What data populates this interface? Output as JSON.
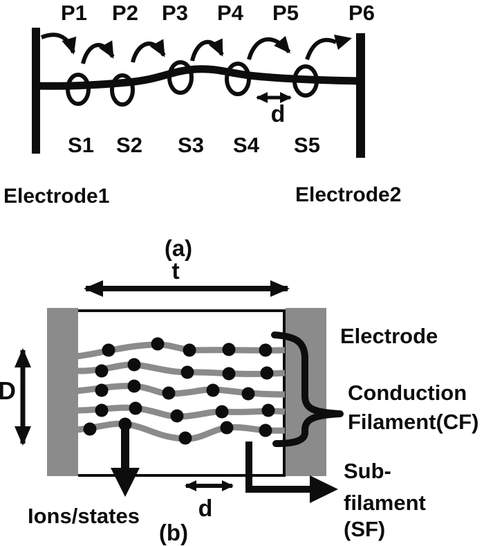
{
  "figure": {
    "description": "Schematic of conduction filament model between two electrodes",
    "colors": {
      "ink": "#0d0d0d",
      "gray": "#8b8b8b",
      "background": "#ffffff"
    }
  },
  "panel_a": {
    "caption": "(a)",
    "hop_labels": [
      "P1",
      "P2",
      "P3",
      "P4",
      "P5",
      "P6"
    ],
    "site_labels": [
      "S1",
      "S2",
      "S3",
      "S4",
      "S5"
    ],
    "electrode1_label": "Electrode1",
    "electrode2_label": "Electrode2",
    "distance_label": "d"
  },
  "panel_b": {
    "caption": "(b)",
    "thickness_label": "t",
    "diameter_label": "D",
    "distance_label": "d",
    "electrode_label": "Electrode",
    "conduction_filament_label_line1": "Conduction",
    "conduction_filament_label_line2": "Filament(CF)",
    "ions_label": "Ions/states",
    "subfilament_label_line1": "Sub-",
    "subfilament_label_line2": "filament",
    "subfilament_label_line3": "(SF)"
  }
}
